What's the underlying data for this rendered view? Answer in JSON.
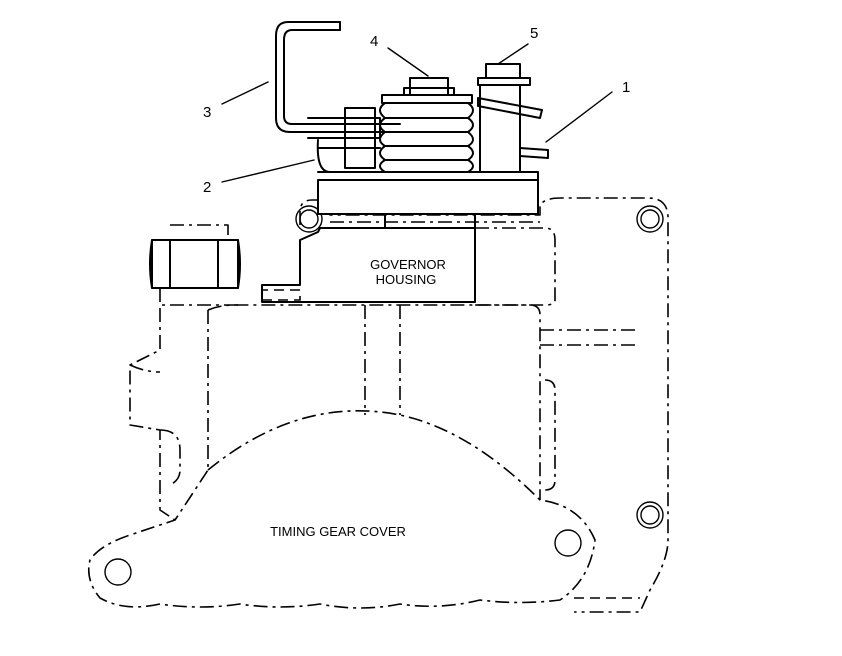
{
  "callouts": [
    {
      "id": "1",
      "text": "1"
    },
    {
      "id": "2",
      "text": "2"
    },
    {
      "id": "3",
      "text": "3"
    },
    {
      "id": "4",
      "text": "4"
    },
    {
      "id": "5",
      "text": "5"
    }
  ],
  "labels": {
    "governor_line1": "GOVERNOR",
    "governor_line2": "HOUSING",
    "timing_gear_cover": "TIMING GEAR COVER"
  }
}
